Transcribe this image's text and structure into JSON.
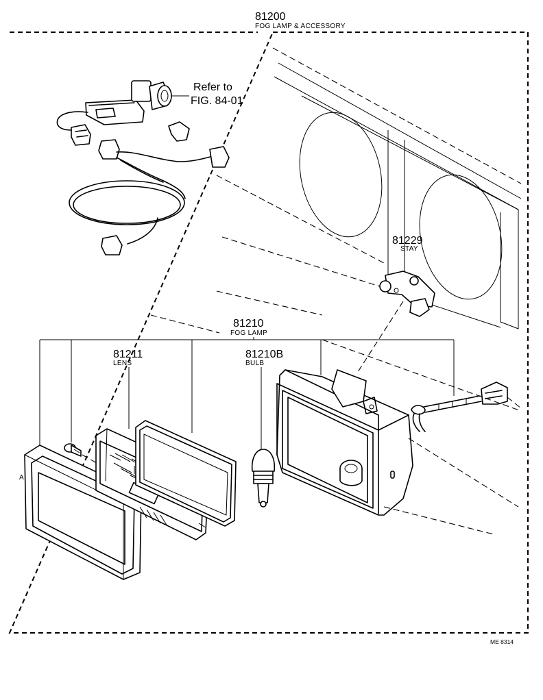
{
  "assembly": {
    "number": "81200",
    "name": "FOG LAMP & ACCESSORY"
  },
  "reference": {
    "line1": "Refer to",
    "line2": "FIG. 84-01"
  },
  "parts": [
    {
      "number": "81229",
      "name": "STAY"
    },
    {
      "number": "81210",
      "name": "FOG LAMP"
    },
    {
      "number": "81211",
      "name": "LENS"
    },
    {
      "number": "81210B",
      "name": "BULB"
    }
  ],
  "figure_code": "ME 8314"
}
